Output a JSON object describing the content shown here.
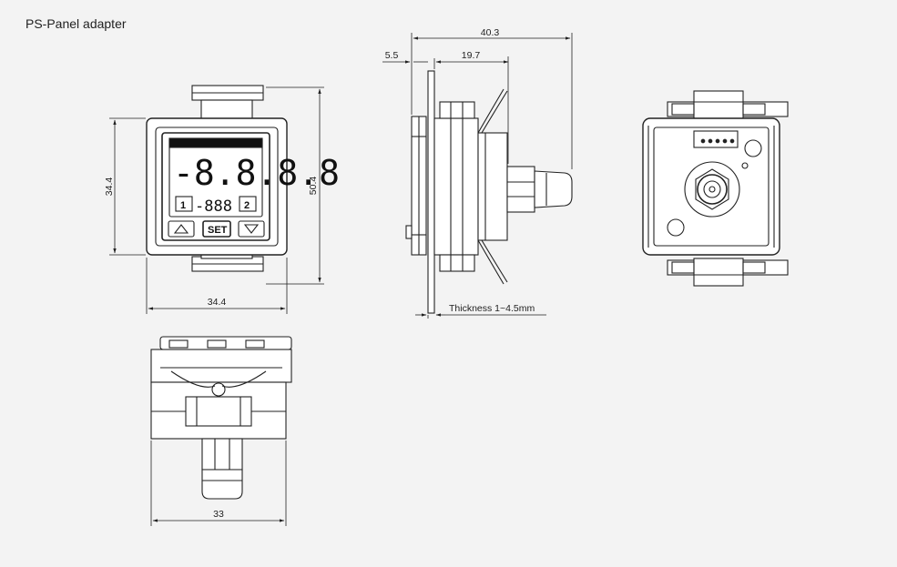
{
  "title": "PS-Panel adapter",
  "dimensions": {
    "front_height": "34.4",
    "front_overall_height": "50.4",
    "front_width": "34.4",
    "side_overall": "40.3",
    "side_front": "5.5",
    "side_body": "19.7",
    "thickness": "Thickness 1~4.5mm",
    "bottom_width": "33"
  },
  "display": {
    "main_digits": "-8.8.8.8",
    "sub_digits": "-888",
    "btn_1": "1",
    "btn_2": "2",
    "set_label": "SET",
    "up_icon": "up-arrow",
    "down_icon": "down-arrow"
  }
}
